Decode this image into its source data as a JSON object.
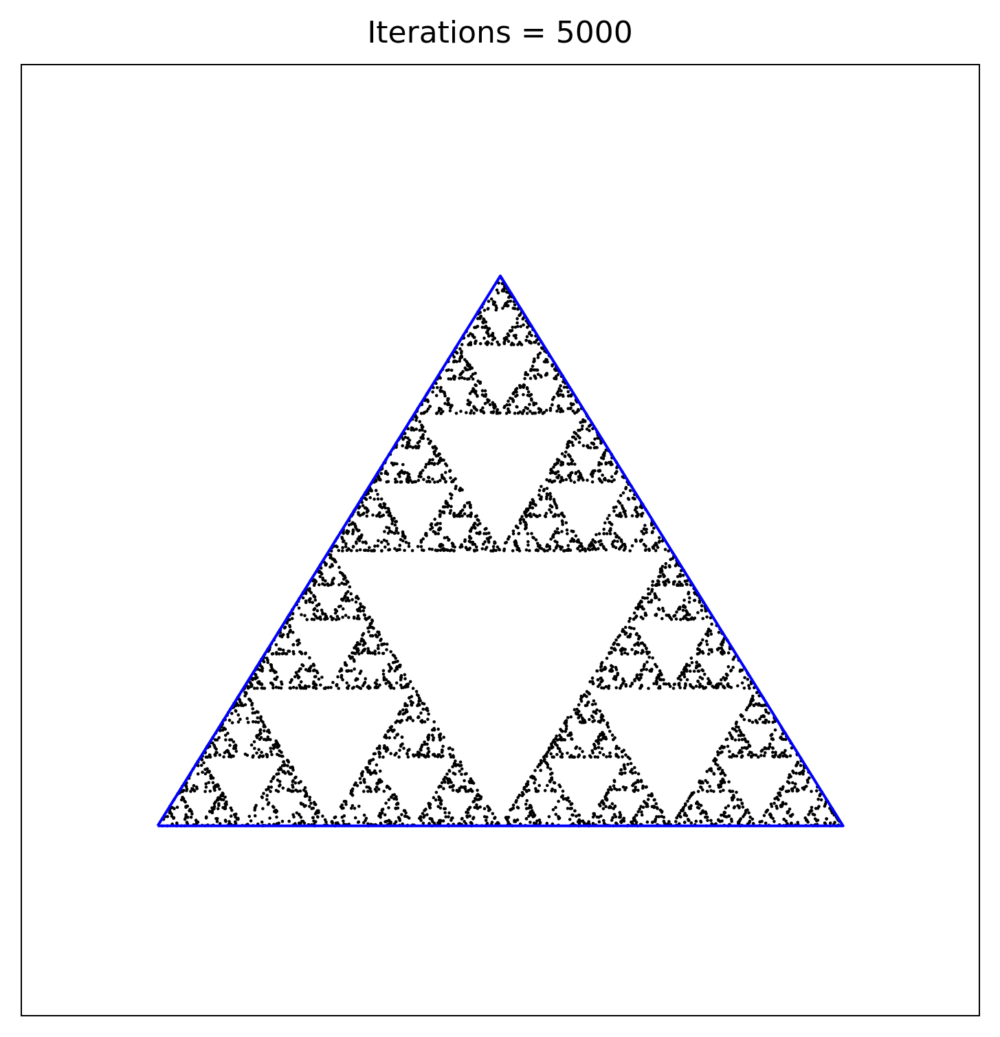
{
  "chart_data": {
    "type": "scatter",
    "title": "Iterations = 5000",
    "iterations": 5000,
    "xlabel": "",
    "ylabel": "",
    "xlim": [
      -0.2,
      1.2
    ],
    "ylim": [
      -0.3,
      1.2
    ],
    "ticks_visible": false,
    "grid": false,
    "legend": "none",
    "series": [
      {
        "type": "line",
        "color": "#0000ff",
        "x": [
          0,
          0.5,
          1,
          0
        ],
        "y": [
          0,
          0.866,
          0,
          0
        ]
      },
      {
        "type": "scatter",
        "color": "#000000",
        "points": "chaos game: Sierpinski triangle, 5000 points"
      }
    ]
  }
}
